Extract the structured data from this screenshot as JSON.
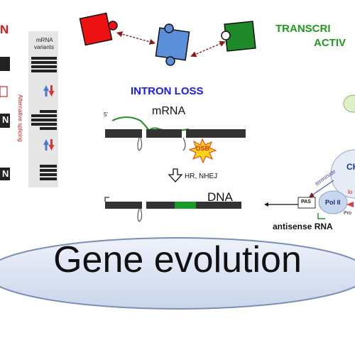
{
  "headings": {
    "left_fragment": "N",
    "intron_loss": "INTRON LOSS",
    "transcription_line1": "TRANSCRI",
    "transcription_line2": "ACTIV"
  },
  "left_panel": {
    "mrna_variants_line1": "mRNA",
    "mrna_variants_line2": "variants",
    "alt_splicing": "Alternative splicing",
    "box_letter": "N"
  },
  "intron_diagram": {
    "five_prime": "5'",
    "mrna": "mRNA",
    "dsb": "DSB",
    "repair": "HR, NHEJ",
    "dna": "DNA"
  },
  "transcription_panel": {
    "terminate": "terminate",
    "pas": "PAS",
    "pol": "Pol II",
    "ch_fragment": "CH",
    "lo_fragment": "lo",
    "pro_fragment": "Pro",
    "antisense": "antisense RNA"
  },
  "title": "Gene evolution",
  "colors": {
    "puzzle_red": "#ee1111",
    "puzzle_blue": "#5b8fd9",
    "puzzle_green": "#1f8a2a",
    "exon": "#333333",
    "mrna_line": "#2a8a2a",
    "dsb_burst": "#ffd21a",
    "ellipse_fill": "#dce4f2",
    "ellipse_stroke": "#7b8fb5"
  }
}
